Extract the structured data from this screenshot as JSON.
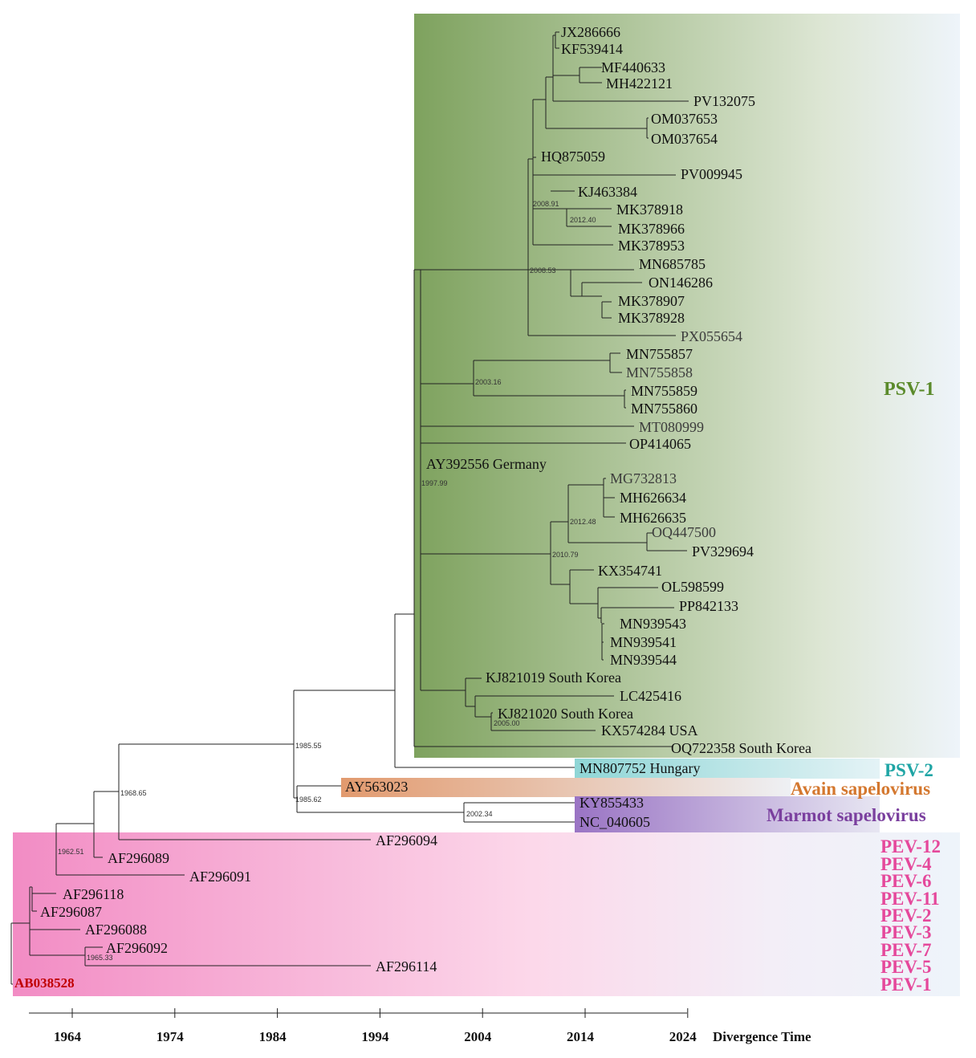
{
  "clades": {
    "psv1": {
      "label": "PSV-1",
      "color": "#5a8a2a"
    },
    "psv2": {
      "label": "PSV-2",
      "color": "#1fa5a5"
    },
    "avian": {
      "label": "Avain sapelovirus",
      "color": "#d4782f"
    },
    "marmot": {
      "label": "Marmot sapelovirus",
      "color": "#7a3f9e"
    }
  },
  "pev_labels": [
    "PEV-12",
    "PEV-4",
    "PEV-6",
    "PEV-11",
    "PEV-2",
    "PEV-3",
    "PEV-7",
    "PEV-5",
    "PEV-1"
  ],
  "tips": {
    "JX286666": "JX286666",
    "KF539414": "KF539414",
    "MF440633": "MF440633",
    "MH422121": "MH422121",
    "PV132075": "PV132075",
    "OM037653": "OM037653",
    "OM037654": "OM037654",
    "HQ875059": "HQ875059",
    "PV009945": "PV009945",
    "KJ463384": "KJ463384",
    "MK378918": "MK378918",
    "MK378966": "MK378966",
    "MK378953": "MK378953",
    "MN685785": "MN685785",
    "ON146286": "ON146286",
    "MK378907": "MK378907",
    "MK378928": "MK378928",
    "PX055654": "PX055654",
    "MN755857": "MN755857",
    "MN755858": "MN755858",
    "MN755859": "MN755859",
    "MN755860": "MN755860",
    "MT080999": "MT080999",
    "OP414065": "OP414065",
    "AY392556": "AY392556 Germany",
    "MG732813": "MG732813",
    "MH626634": "MH626634",
    "MH626635": "MH626635",
    "OQ447500": "OQ447500",
    "PV329694": "PV329694",
    "KX354741": "KX354741",
    "OL598599": "OL598599",
    "PP842133": "PP842133",
    "MN939543": "MN939543",
    "MN939541": "MN939541",
    "MN939544": "MN939544",
    "KJ821019": "KJ821019 South Korea",
    "LC425416": "LC425416",
    "KJ821020": "KJ821020 South Korea",
    "KX574284": "KX574284 USA",
    "OQ722358": "OQ722358 South Korea",
    "MN807752": "MN807752 Hungary",
    "AY563023": "AY563023",
    "KY855433": "KY855433",
    "NC_040605": "NC_040605",
    "AF296094": "AF296094",
    "AF296089": "AF296089",
    "AF296091": "AF296091",
    "AF296118": "AF296118",
    "AF296087": "AF296087",
    "AF296088": "AF296088",
    "AF296092": "AF296092",
    "AF296114": "AF296114",
    "AB038528": "AB038528"
  },
  "node_labels": {
    "n2008_91": "2008.91",
    "n2012_40": "2012.40",
    "n2008_53": "2008.53",
    "n2003_16": "2003.16",
    "n1997_99": "1997.99",
    "n2012_48": "2012.48",
    "n2010_79": "2010.79",
    "n2005_00": "2005.00",
    "n1985_55": "1985.55",
    "n1985_62": "1985.62",
    "n2002_34": "2002.34",
    "n1968_65": "1968.65",
    "n1962_51": "1962.51",
    "n1965_33": "1965.33"
  },
  "axis": {
    "title": "Divergence Time",
    "ticks": [
      1964,
      1974,
      1984,
      1994,
      2004,
      2014,
      2024
    ],
    "tick_labels": [
      "1964",
      "1974",
      "1984",
      "1994",
      "2004",
      "2014",
      "2024"
    ]
  }
}
